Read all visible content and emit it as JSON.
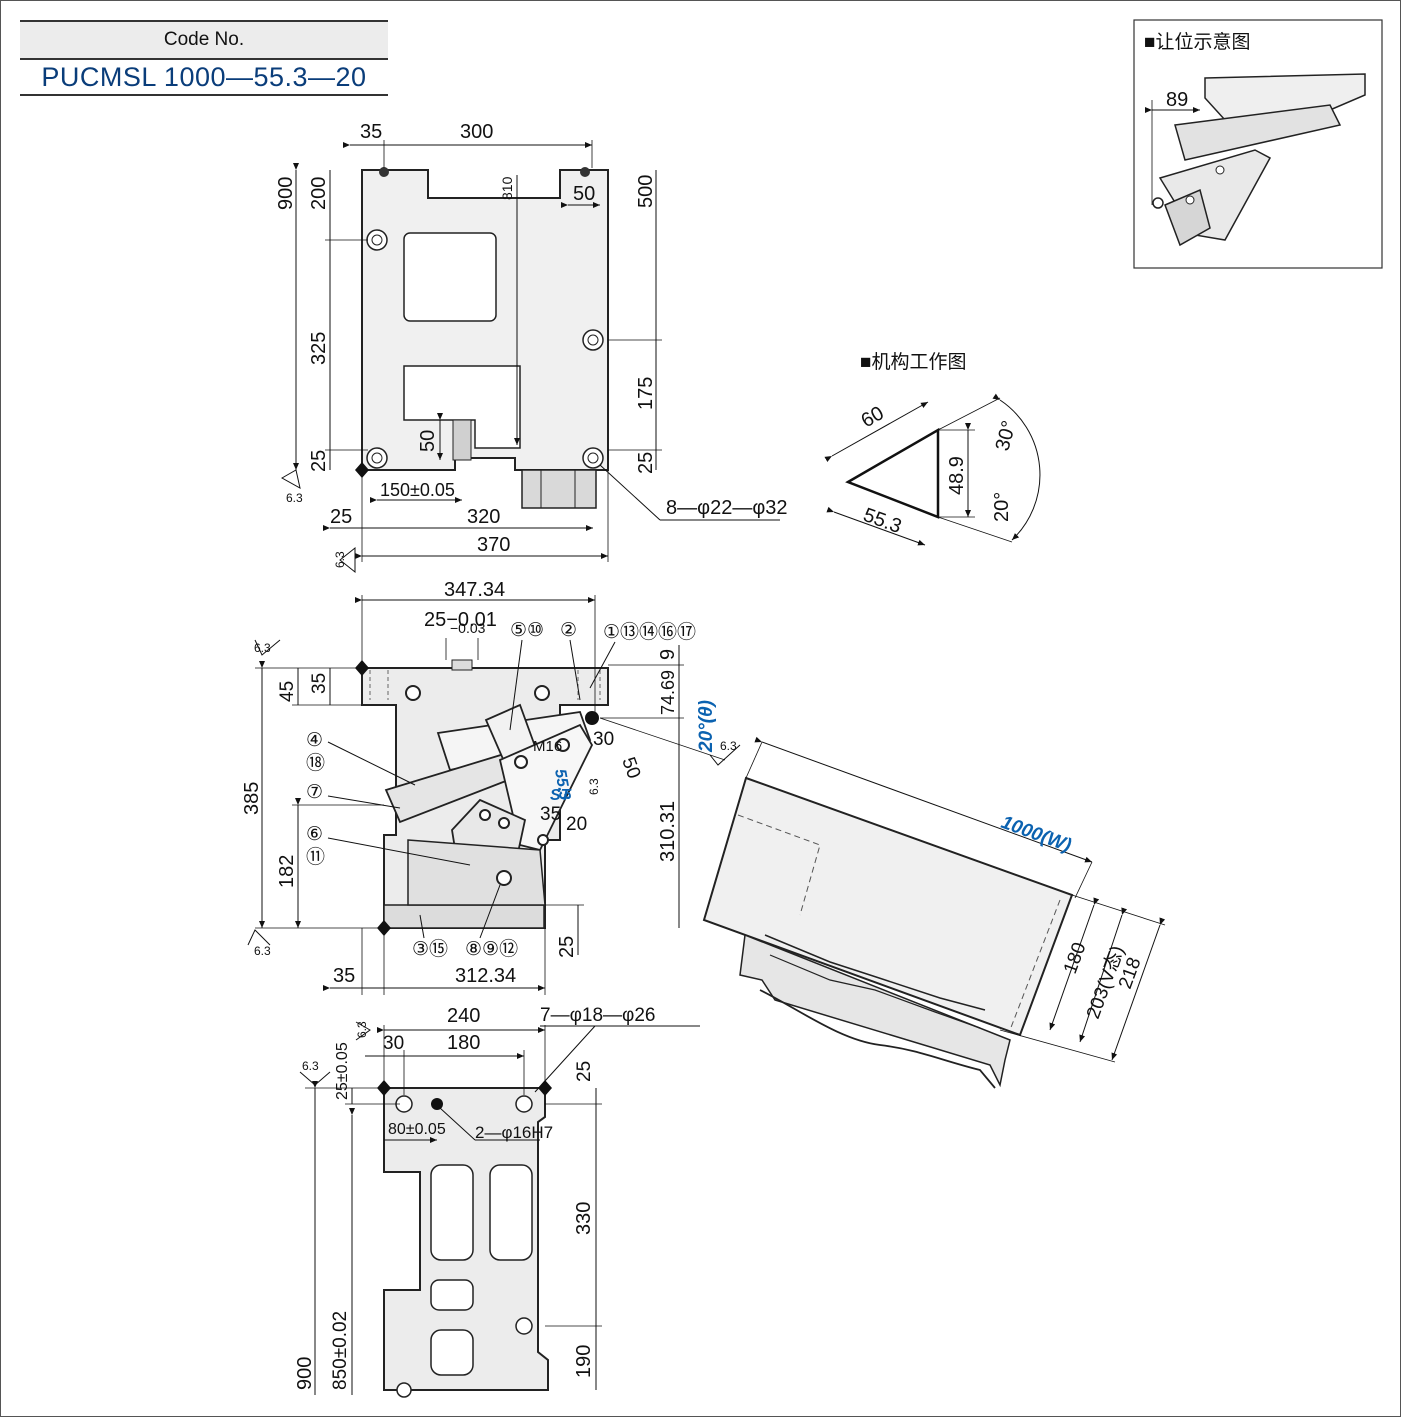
{
  "header": {
    "code_label": "Code No.",
    "code_value": "PUCMSL 1000—55.3—20"
  },
  "insets": {
    "clearance_title": "■让位示意图",
    "clearance_dim": "89",
    "mechanism_title": "■机构工作图",
    "mech_dims": [
      "60",
      "48.9",
      "55.3",
      "30°",
      "20°"
    ]
  },
  "top_view": {
    "dims": {
      "d35": "35",
      "d300": "300",
      "d810": "810",
      "d50a": "50",
      "d900": "900",
      "d200": "200",
      "d325": "325",
      "d25a": "25",
      "d500": "500",
      "d175": "175",
      "d25b": "25",
      "d50b": "50",
      "d150": "150±0.05",
      "d25c": "25",
      "d320": "320",
      "d370": "370"
    },
    "holes": "8—φ22—φ32",
    "roughness": "6.3"
  },
  "side_view": {
    "dims": {
      "d347": "347.34",
      "tol_top": "25−0.01",
      "tol_bot": "−0.03",
      "d9": "9",
      "d7469": "74.69",
      "d385": "385",
      "d45": "45",
      "d35a": "35",
      "d182": "182",
      "d31031": "310.31",
      "d25": "25",
      "d35b": "35",
      "d31234": "312.34",
      "d30": "30",
      "d50": "50",
      "d35c": "35",
      "d20": "20",
      "m16": "M16",
      "angle": "20°(θ)",
      "d553": "55.3",
      "st": "ST"
    },
    "callouts": {
      "c5_10": "⑤⑩",
      "c2": "②",
      "c1": "①⑬⑭⑯⑰",
      "c4": "④",
      "c18": "⑱",
      "c7": "⑦",
      "c6": "⑥",
      "c11": "⑪",
      "c3_15": "③⑮",
      "c8_9_12": "⑧⑨⑫"
    },
    "roughness": "6.3"
  },
  "cam_view": {
    "width": "1000(W)",
    "d180": "180",
    "d203": "203(V态)",
    "d218": "218"
  },
  "bottom_view": {
    "dims": {
      "d240": "240",
      "d30": "30",
      "d180": "180",
      "d25tol": "25±0.05",
      "d25": "25",
      "d80": "80±0.05",
      "d330": "330",
      "d190": "190",
      "d900": "900",
      "d850": "850±0.02"
    },
    "holes_a": "7—φ18—φ26",
    "holes_b": "2—φ16H7",
    "roughness": "6.3"
  }
}
